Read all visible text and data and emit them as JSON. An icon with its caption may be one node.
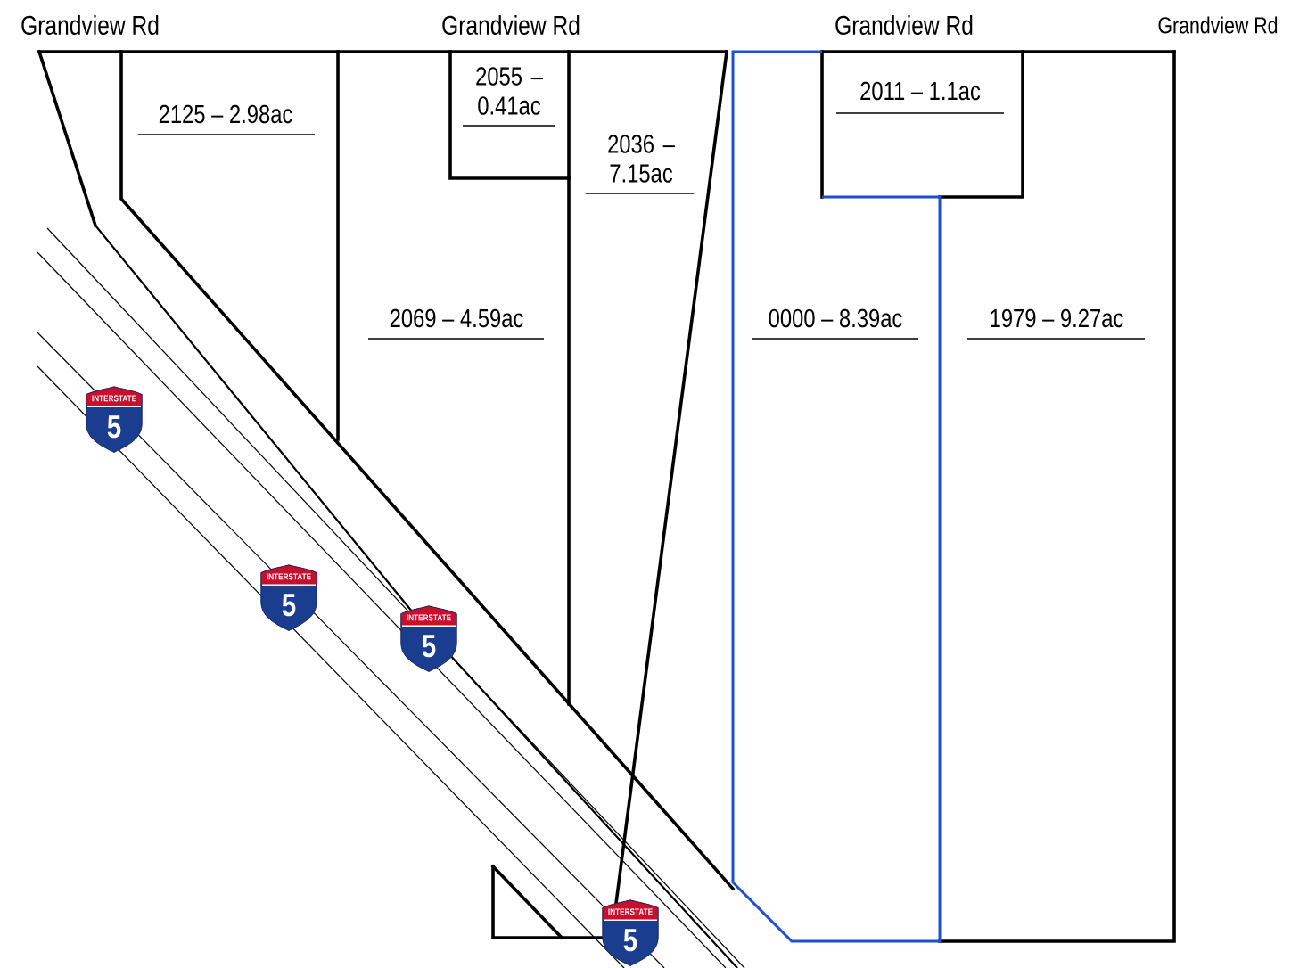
{
  "diagram": {
    "labels": [
      "Grandview Rd",
      "Grandview Rd",
      "Grandview Rd",
      "Grandview Rd",
      "2055 – 0.41ac",
      "2011 – 1.1ac",
      "2125 – 2.98ac",
      "2036 – 7.15ac",
      "2069 – 4.59ac",
      "0000 – 8.39ac",
      "1979 – 9.27ac",
      "INTERSTATE",
      "5",
      "INTERSTATE",
      "5",
      "INTERSTATE",
      "5",
      "INTERSTATE",
      "5"
    ]
  }
}
